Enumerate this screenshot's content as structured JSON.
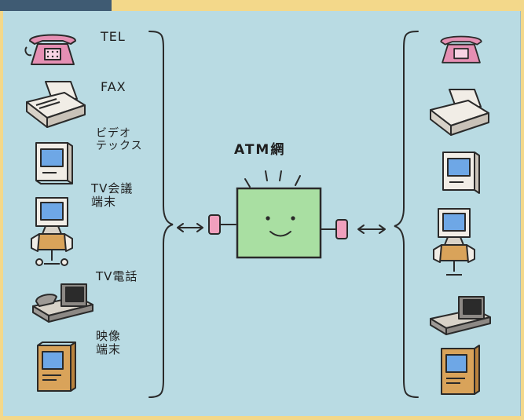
{
  "left_devices": [
    {
      "icon": "telephone-icon",
      "label": "TEL"
    },
    {
      "icon": "fax-machine-icon",
      "label": "FAX"
    },
    {
      "icon": "videotex-terminal-icon",
      "label": "ビデオ\nテックス"
    },
    {
      "icon": "tv-conference-terminal-icon",
      "label": "TV会議\n端末"
    },
    {
      "icon": "tv-phone-icon",
      "label": "TV電話"
    },
    {
      "icon": "video-terminal-icon",
      "label": "映像\n端末"
    }
  ],
  "center": {
    "label": "ATM網"
  },
  "colors": {
    "background": "#b9dbe3",
    "phone": "#e58fb3",
    "screen": "#6ea7e6",
    "network_box": "#a9dfa2",
    "connector": "#f0a0bd",
    "terminal_body": "#d9a35a"
  }
}
